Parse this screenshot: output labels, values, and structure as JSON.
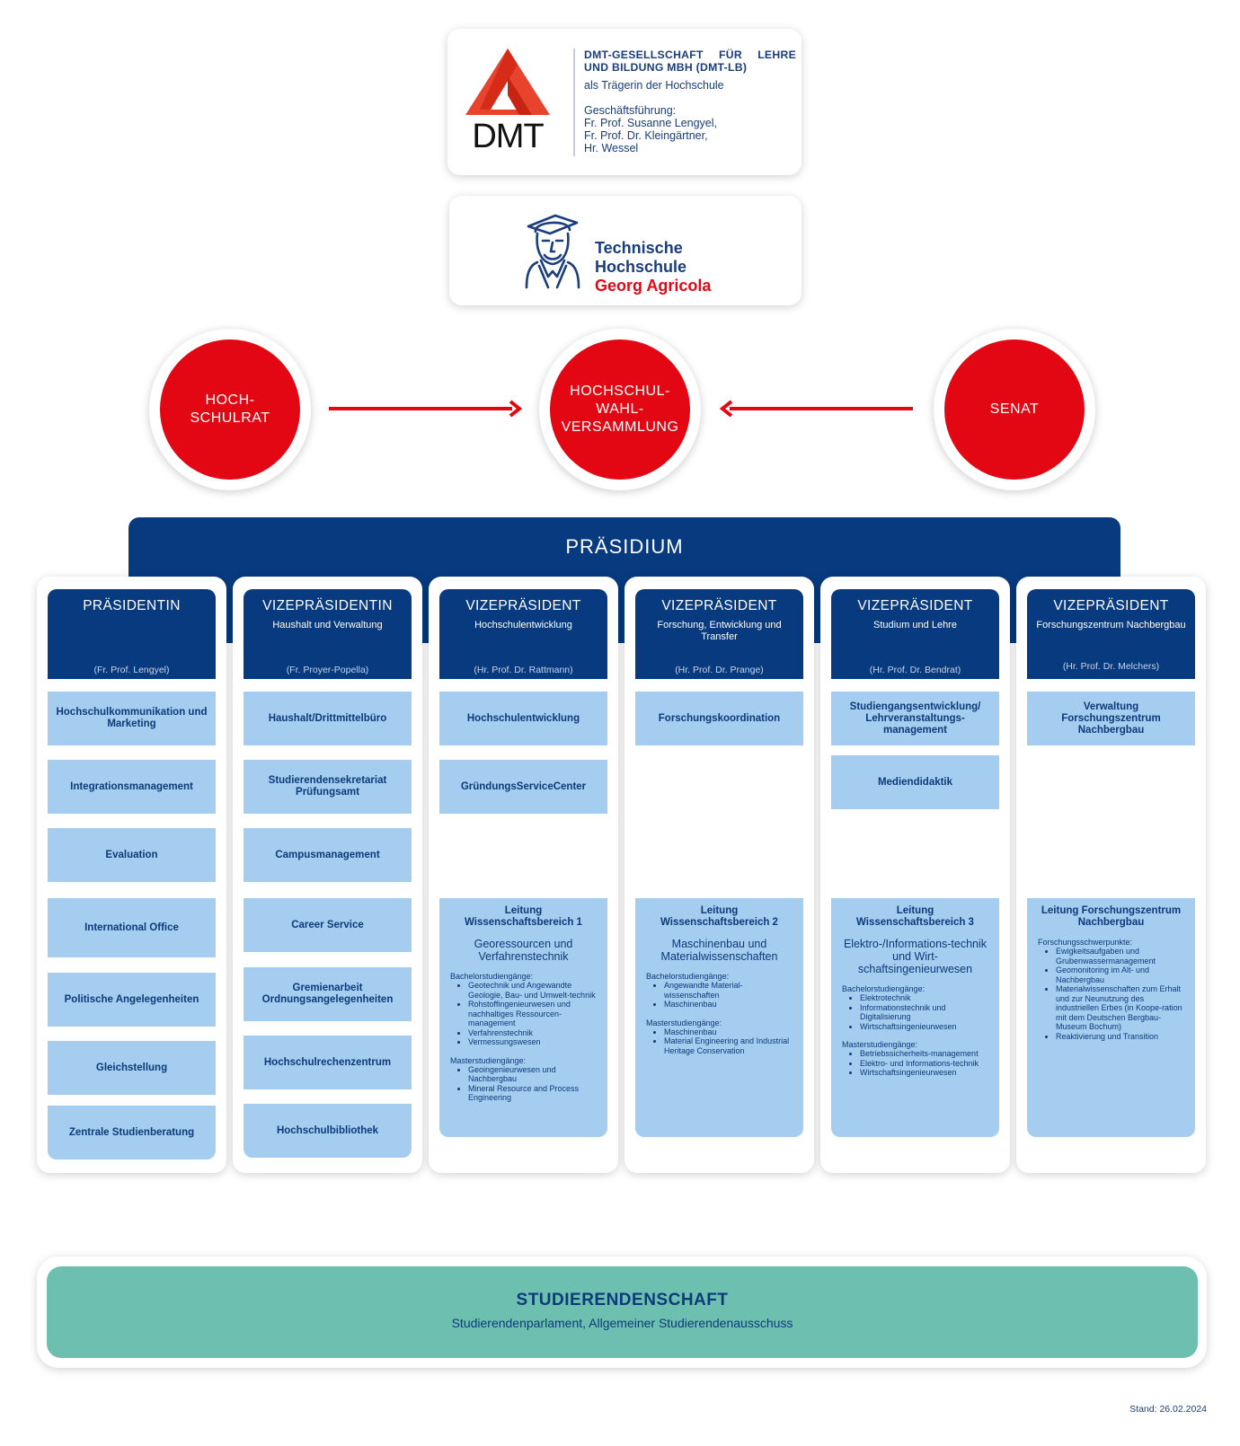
{
  "dmt": {
    "logo_text": "DMT",
    "org_line1": "DMT-GESELLSCHAFT FÜR LEHRE",
    "org_line2": "UND BILDUNG MBH (DMT-LB)",
    "role": "als Trägerin der Hochschule",
    "gf_label": "Geschäftsführung:",
    "persons": [
      "Fr. Prof. Susanne Lengyel,",
      "Fr. Prof. Dr. Kleingärtner,",
      "Hr. Wessel"
    ]
  },
  "thga": {
    "line1": "Technische",
    "line2": "Hochschule",
    "line3": "Georg Agricola"
  },
  "circles": {
    "hochschulrat": [
      "HOCH-",
      "SCHULRAT"
    ],
    "wahlversammlung": [
      "HOCHSCHUL-",
      "WAHL-",
      "VERSAMMLUNG"
    ],
    "senat": [
      "SENAT"
    ]
  },
  "praesidium": {
    "title": "PRÄSIDIUM"
  },
  "columns": [
    {
      "title": "PRÄSIDENTIN",
      "subtitle": "",
      "person": "(Fr. Prof. Lengyel)",
      "boxes": [
        "Hochschulkommunikation und Marketing",
        "Integrationsmanagement",
        "Evaluation",
        "International Office",
        "Politische Angelegenheiten",
        "Gleichstellung",
        "Zentrale Studienberatung"
      ]
    },
    {
      "title": "VIZEPRÄSIDENTIN",
      "subtitle": "Haushalt und Verwaltung",
      "person": "(Fr. Proyer-Popella)",
      "boxes": [
        "Haushalt/Drittmittelbüro",
        "Studierendensekretariat Prüfungsamt",
        "Campusmanagement",
        "Career Service",
        "Gremienarbeit Ordnungsangelegenheiten",
        "Hochschulrechenzentrum",
        "Hochschulbibliothek"
      ]
    },
    {
      "title": "VIZEPRÄSIDENT",
      "subtitle": "Hochschulentwicklung",
      "person": "(Hr. Prof. Dr. Rattmann)",
      "boxes": [
        "Hochschulentwicklung",
        "GründungsServiceCenter"
      ],
      "lead": {
        "title": "Leitung Wissenschaftsbereich 1",
        "area": "Georessourcen und Verfahrenstechnik",
        "groups": [
          {
            "label": "Bachelorstudiengänge:",
            "items": [
              "Geotechnik und Angewandte Geologie, Bau- und Umwelt-technik",
              "Rohstoffingenieurwesen und nachhaltiges Ressourcen-management",
              "Verfahrenstechnik",
              "Vermessungswesen"
            ]
          },
          {
            "label": "Masterstudiengänge:",
            "items": [
              "Geoingenieurwesen und Nachbergbau",
              "Mineral Resource and Process Engineering"
            ]
          }
        ]
      }
    },
    {
      "title": "VIZEPRÄSIDENT",
      "subtitle": "Forschung, Entwicklung und Transfer",
      "person": "(Hr. Prof. Dr. Prange)",
      "boxes": [
        "Forschungskoordination"
      ],
      "lead": {
        "title": "Leitung Wissenschaftsbereich 2",
        "area": "Maschinenbau und Materialwissenschaften",
        "groups": [
          {
            "label": "Bachelorstudiengänge:",
            "items": [
              "Angewandte Material-wissenschaften",
              "Maschinenbau"
            ]
          },
          {
            "label": "Masterstudiengänge:",
            "items": [
              "Maschinenbau",
              "Material Engineering and Industrial Heritage Conservation"
            ]
          }
        ]
      }
    },
    {
      "title": "VIZEPRÄSIDENT",
      "subtitle": "Studium und Lehre",
      "person": "(Hr. Prof. Dr. Bendrat)",
      "boxes": [
        "Studiengangsentwicklung/ Lehrveranstaltungs-management",
        "Mediendidaktik"
      ],
      "lead": {
        "title": "Leitung Wissenschaftsbereich 3",
        "area": "Elektro-/Informations-technik und Wirt-schaftsingenieurwesen",
        "groups": [
          {
            "label": "Bachelorstudiengänge:",
            "items": [
              "Elektrotechnik",
              "Informationstechnik und Digitalisierung",
              "Wirtschaftsingenieurwesen"
            ]
          },
          {
            "label": "Masterstudiengänge:",
            "items": [
              "Betriebssicherheits-management",
              "Elektro- und Informations-technik",
              "Wirtschaftsingenieurwesen"
            ]
          }
        ]
      }
    },
    {
      "title": "VIZEPRÄSIDENT",
      "subtitle": "Forschungszentrum Nachbergbau",
      "person": "(Hr. Prof. Dr. Melchers)",
      "boxes": [
        "Verwaltung Forschungszentrum Nachbergbau"
      ],
      "lead": {
        "title": "Leitung Forschungszentrum Nachbergbau",
        "area": "",
        "groups": [
          {
            "label": "Forschungsschwerpunkte:",
            "items": [
              "Ewigkeitsaufgaben und Grubenwassermanagement",
              "Geomonitoring im Alt- und Nachbergbau",
              "Materialwissenschaften zum Erhalt und zur Neunutzung des industriellen Erbes (in Koope-ration mit dem Deutschen Bergbau-Museum Bochum)",
              "Reaktivierung und Transition"
            ]
          }
        ]
      }
    }
  ],
  "studierendenschaft": {
    "title": "STUDIERENDENSCHAFT",
    "subtitle": "Studierendenparlament, Allgemeiner Studierendenausschuss"
  },
  "stand": "Stand: 26.02.2024",
  "colors": {
    "red": "#e30613",
    "navy": "#073a7f",
    "light_blue": "#a4cdef",
    "teal": "#6dbfaf"
  }
}
